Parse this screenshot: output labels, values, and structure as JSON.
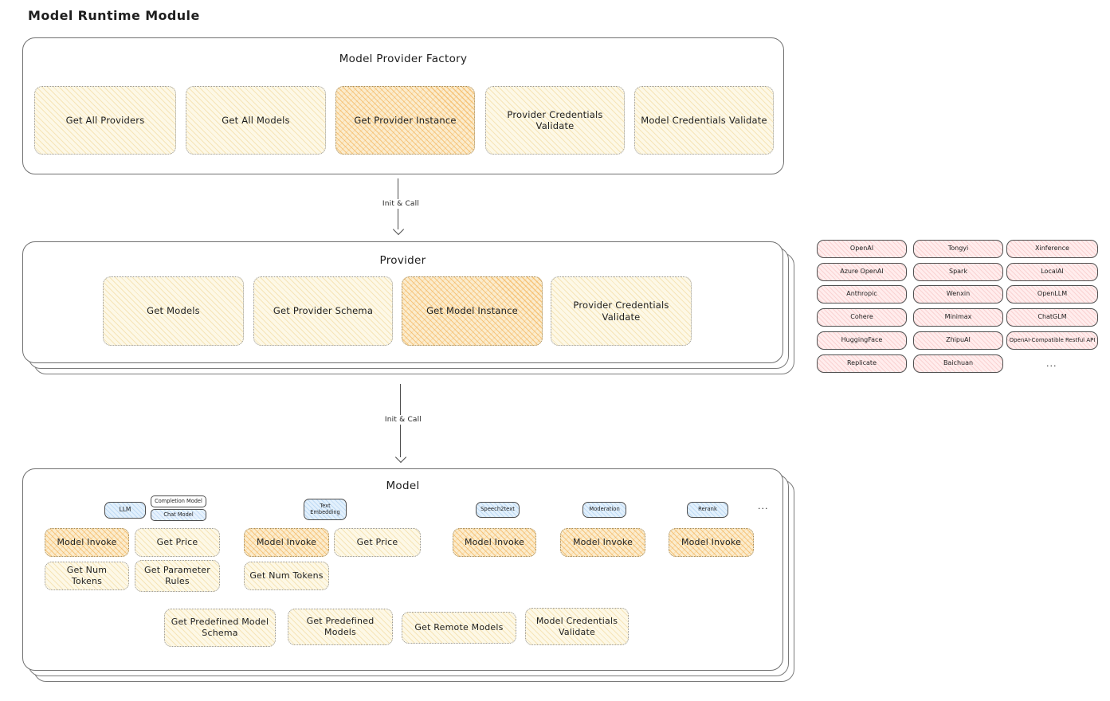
{
  "page_title": "Model Runtime Module",
  "colors": {
    "function_fill": "#fdf8e6",
    "function_hatch": "#e9c46a",
    "highlight_fill": "#fbeccd",
    "highlight_hatch": "#f2a63c",
    "type_pill_fill": "#e2f0fc",
    "provider_pill_fill": "#ffeded",
    "stroke": "#4f4f4f"
  },
  "arrows": {
    "factory_to_provider": "Init & Call",
    "provider_to_model": "Init & Call"
  },
  "factory": {
    "title": "Model Provider Factory",
    "buttons": [
      {
        "label": "Get All Providers",
        "highlighted": false
      },
      {
        "label": "Get All Models",
        "highlighted": false
      },
      {
        "label": "Get Provider Instance",
        "highlighted": true
      },
      {
        "label": "Provider Credentials Validate",
        "highlighted": false
      },
      {
        "label": "Model Credentials Validate",
        "highlighted": false
      }
    ]
  },
  "provider": {
    "title": "Provider",
    "buttons": [
      {
        "label": "Get Models",
        "highlighted": false
      },
      {
        "label": "Get Provider Schema",
        "highlighted": false
      },
      {
        "label": "Get Model Instance",
        "highlighted": true
      },
      {
        "label": "Provider Credentials Validate",
        "highlighted": false
      }
    ]
  },
  "provider_list": {
    "columns": [
      {
        "items": [
          "OpenAI",
          "Azure OpenAI",
          "Anthropic",
          "Cohere",
          "HuggingFace",
          "Replicate"
        ]
      },
      {
        "items": [
          "Tongyi",
          "Spark",
          "Wenxin",
          "Minimax",
          "ZhipuAI",
          "Baichuan"
        ]
      },
      {
        "items": [
          "Xinference",
          "LocalAI",
          "OpenLLM",
          "ChatGLM",
          "OpenAI-Compatible Restful API"
        ],
        "more": "..."
      }
    ]
  },
  "model": {
    "title": "Model",
    "type_pills": {
      "llm": "LLM",
      "completion": "Completion Model",
      "chat": "Chat Model",
      "text_embedding": "Text Embedding",
      "speech2text": "Speech2text",
      "moderation": "Moderation",
      "rerank": "Rerank",
      "more": "..."
    },
    "llm_buttons": [
      {
        "label": "Model Invoke",
        "highlighted": true
      },
      {
        "label": "Get Price",
        "highlighted": false
      },
      {
        "label": "Get Num Tokens",
        "highlighted": false
      },
      {
        "label": "Get Parameter Rules",
        "highlighted": false
      }
    ],
    "text_embedding_buttons": [
      {
        "label": "Model Invoke",
        "highlighted": true
      },
      {
        "label": "Get Price",
        "highlighted": false
      },
      {
        "label": "Get Num Tokens",
        "highlighted": false
      }
    ],
    "speech2text_buttons": [
      {
        "label": "Model Invoke",
        "highlighted": true
      }
    ],
    "moderation_buttons": [
      {
        "label": "Model Invoke",
        "highlighted": true
      }
    ],
    "rerank_buttons": [
      {
        "label": "Model Invoke",
        "highlighted": true
      }
    ],
    "bottom_buttons": [
      {
        "label": "Get Predefined Model Schema"
      },
      {
        "label": "Get Predefined Models"
      },
      {
        "label": "Get Remote Models"
      },
      {
        "label": "Model Credentials Validate"
      }
    ]
  }
}
